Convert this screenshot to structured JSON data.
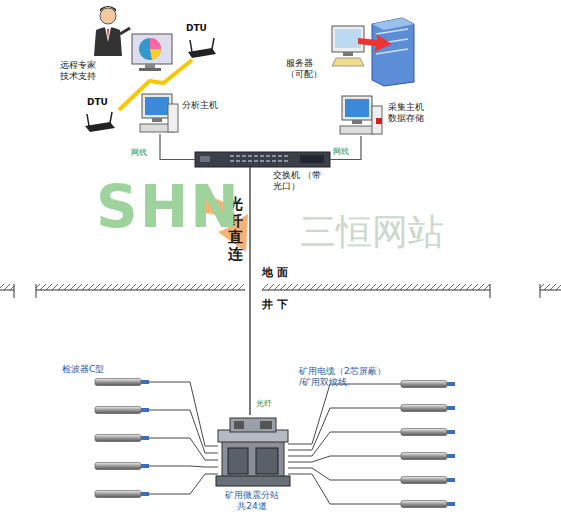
{
  "diagram": {
    "nodes": [
      {
        "text": [
          "远程专家 技术支持"
        ]
      },
      {
        "text": [
          "DTU"
        ]
      },
      {
        "text": [
          "DTU"
        ]
      },
      {
        "text": [
          "分析主机"
        ]
      },
      {
        "text": [
          "服务器 （可配）"
        ]
      },
      {
        "text": [
          "采集主机 数据存储"
        ]
      },
      {
        "text": [
          "交换机 （带光口）"
        ]
      },
      {
        "text": [
          "矿用微震分站 共24道"
        ]
      }
    ],
    "edges": [
      {
        "from": 3,
        "to": 6,
        "label": "网线",
        "arrow": "none"
      },
      {
        "from": 5,
        "to": 6,
        "label": "网线",
        "arrow": "none"
      },
      {
        "from": 6,
        "to": 7,
        "label": "光纤",
        "arrow": "none"
      },
      {
        "from": 1,
        "to": 2,
        "arrow": "none"
      }
    ],
    "labels": [
      "光纤直连",
      "地 面",
      "井 下",
      "检波器C型",
      "矿用电缆（2芯屏蔽） /矿用双绞线",
      "SHN",
      "三恒网站"
    ]
  }
}
